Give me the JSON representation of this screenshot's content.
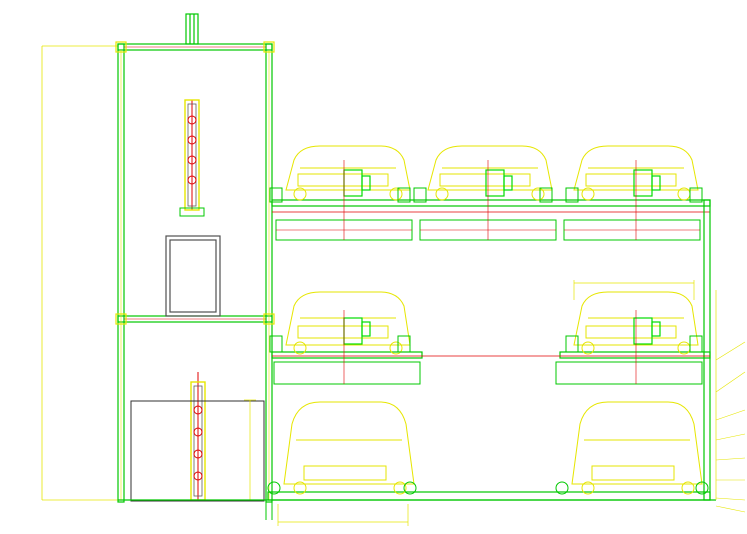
{
  "drawing": {
    "type": "parking-lift-cad-elevation",
    "colors": {
      "background": "#ffffff",
      "frame": "#00c800",
      "vehicle_outline": "#e6e600",
      "axis_line": "#e00000",
      "motor": "#00dd00",
      "hardware": "#606060"
    },
    "icons": {
      "vehicle": "car-side-outline-icon",
      "motor": "drive-motor-icon",
      "cylinder": "lift-cylinder-icon",
      "wheel": "sprocket-wheel-icon"
    },
    "levels": {
      "upper_bays": 3,
      "middle_bays": 2,
      "ground_bays": 2
    },
    "dimension_labels": {
      "overall_height": "",
      "bay_width": "",
      "platform_width": ""
    }
  }
}
